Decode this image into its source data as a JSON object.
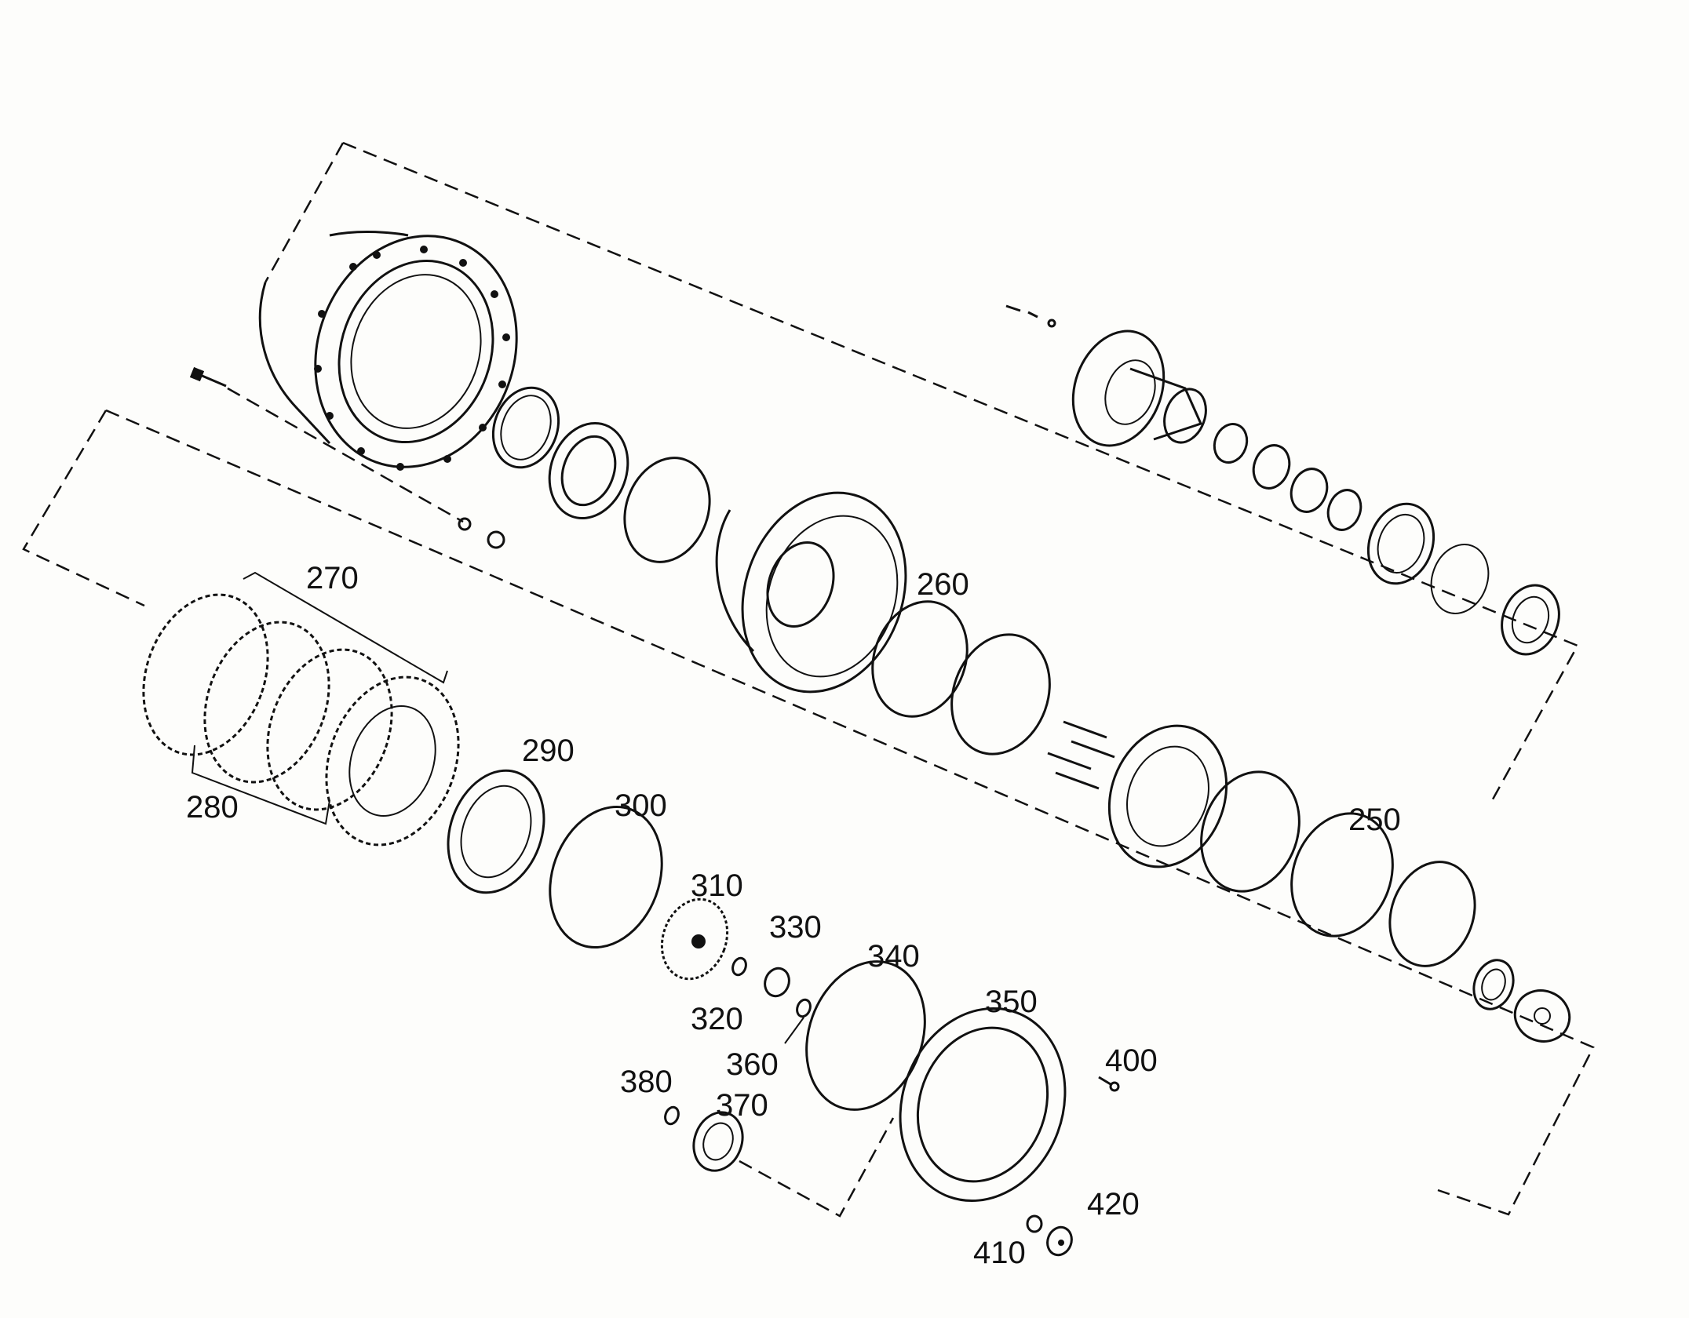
{
  "diagram": {
    "callouts": [
      {
        "id": "270",
        "text": "270"
      },
      {
        "id": "260",
        "text": "260"
      },
      {
        "id": "280",
        "text": "280"
      },
      {
        "id": "290",
        "text": "290"
      },
      {
        "id": "300",
        "text": "300"
      },
      {
        "id": "310",
        "text": "310"
      },
      {
        "id": "250",
        "text": "250"
      },
      {
        "id": "330",
        "text": "330"
      },
      {
        "id": "340",
        "text": "340"
      },
      {
        "id": "320",
        "text": "320"
      },
      {
        "id": "350",
        "text": "350"
      },
      {
        "id": "360",
        "text": "360"
      },
      {
        "id": "400",
        "text": "400"
      },
      {
        "id": "380",
        "text": "380"
      },
      {
        "id": "370",
        "text": "370"
      },
      {
        "id": "420",
        "text": "420"
      },
      {
        "id": "410",
        "text": "410"
      }
    ]
  }
}
